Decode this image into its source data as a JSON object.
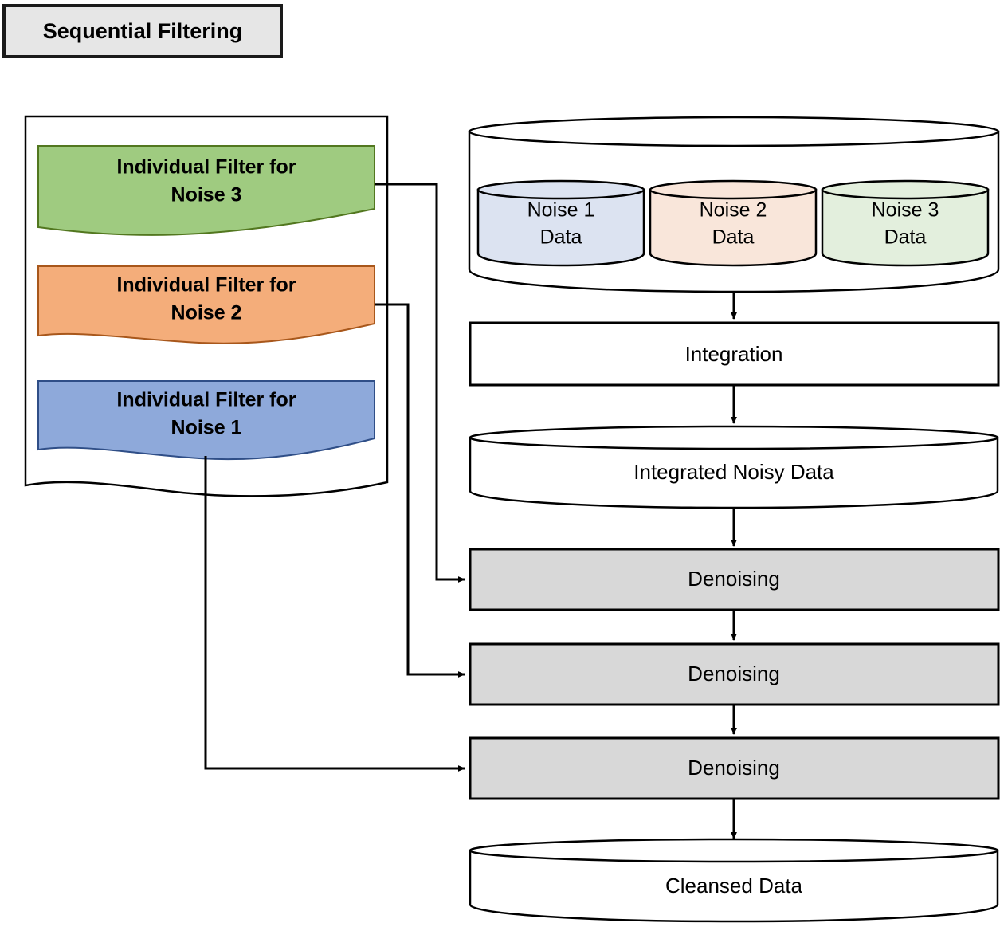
{
  "diagram": {
    "title": "Sequential Filtering",
    "title_box": {
      "fill": "#E6E6E6",
      "border": "#1A1A1A"
    },
    "filter_panel": {
      "name": "individual-filters-container",
      "border": "#000000",
      "fill": "#FFFFFF",
      "filters": [
        {
          "id": "filter-noise-3",
          "line1": "Individual Filter for",
          "line2": "Noise 3",
          "fill": "#9FCB80",
          "border": "#52771F"
        },
        {
          "id": "filter-noise-2",
          "line1": "Individual Filter for",
          "line2": "Noise 2",
          "fill": "#F4AD7A",
          "border": "#A8571B"
        },
        {
          "id": "filter-noise-1",
          "line1": "Individual Filter for",
          "line2": "Noise 1",
          "fill": "#8EA9DA",
          "border": "#2F4E87"
        }
      ]
    },
    "pipeline": {
      "noise_store": {
        "id": "noise-data-store",
        "fill": "#FFFFFF",
        "border": "#000000",
        "inner_stores": [
          {
            "id": "noise-1-data-cylinder",
            "line1": "Noise 1",
            "line2": "Data",
            "fill": "#DCE3F1",
            "border": "#000000"
          },
          {
            "id": "noise-2-data-cylinder",
            "line1": "Noise 2",
            "line2": "Data",
            "fill": "#F9E6DA",
            "border": "#000000"
          },
          {
            "id": "noise-3-data-cylinder",
            "line1": "Noise 3",
            "line2": "Data",
            "fill": "#E3EFDD",
            "border": "#000000"
          }
        ]
      },
      "integration": {
        "id": "integration-process",
        "label": "Integration",
        "fill": "#FFFFFF",
        "border": "#000000"
      },
      "integrated_noisy_data": {
        "id": "integrated-noisy-data-cylinder",
        "label": "Integrated Noisy Data",
        "fill": "#FFFFFF",
        "border": "#000000"
      },
      "denoising_steps": [
        {
          "id": "denoising-step-1",
          "label": "Denoising",
          "fill": "#D8D8D8",
          "border": "#000000"
        },
        {
          "id": "denoising-step-2",
          "label": "Denoising",
          "fill": "#D8D8D8",
          "border": "#000000"
        },
        {
          "id": "denoising-step-3",
          "label": "Denoising",
          "fill": "#D8D8D8",
          "border": "#000000"
        }
      ],
      "cleansed_data": {
        "id": "cleansed-data-cylinder",
        "label": "Cleansed Data",
        "fill": "#FFFFFF",
        "border": "#000000"
      }
    },
    "connections": [
      {
        "from": "filter-noise-3",
        "to": "denoising-step-1"
      },
      {
        "from": "filter-noise-2",
        "to": "denoising-step-2"
      },
      {
        "from": "filter-noise-1",
        "to": "denoising-step-3"
      },
      {
        "from": "noise-data-store",
        "to": "integration-process"
      },
      {
        "from": "integration-process",
        "to": "integrated-noisy-data-cylinder"
      },
      {
        "from": "integrated-noisy-data-cylinder",
        "to": "denoising-step-1"
      },
      {
        "from": "denoising-step-1",
        "to": "denoising-step-2"
      },
      {
        "from": "denoising-step-2",
        "to": "denoising-step-3"
      },
      {
        "from": "denoising-step-3",
        "to": "cleansed-data-cylinder"
      }
    ]
  }
}
